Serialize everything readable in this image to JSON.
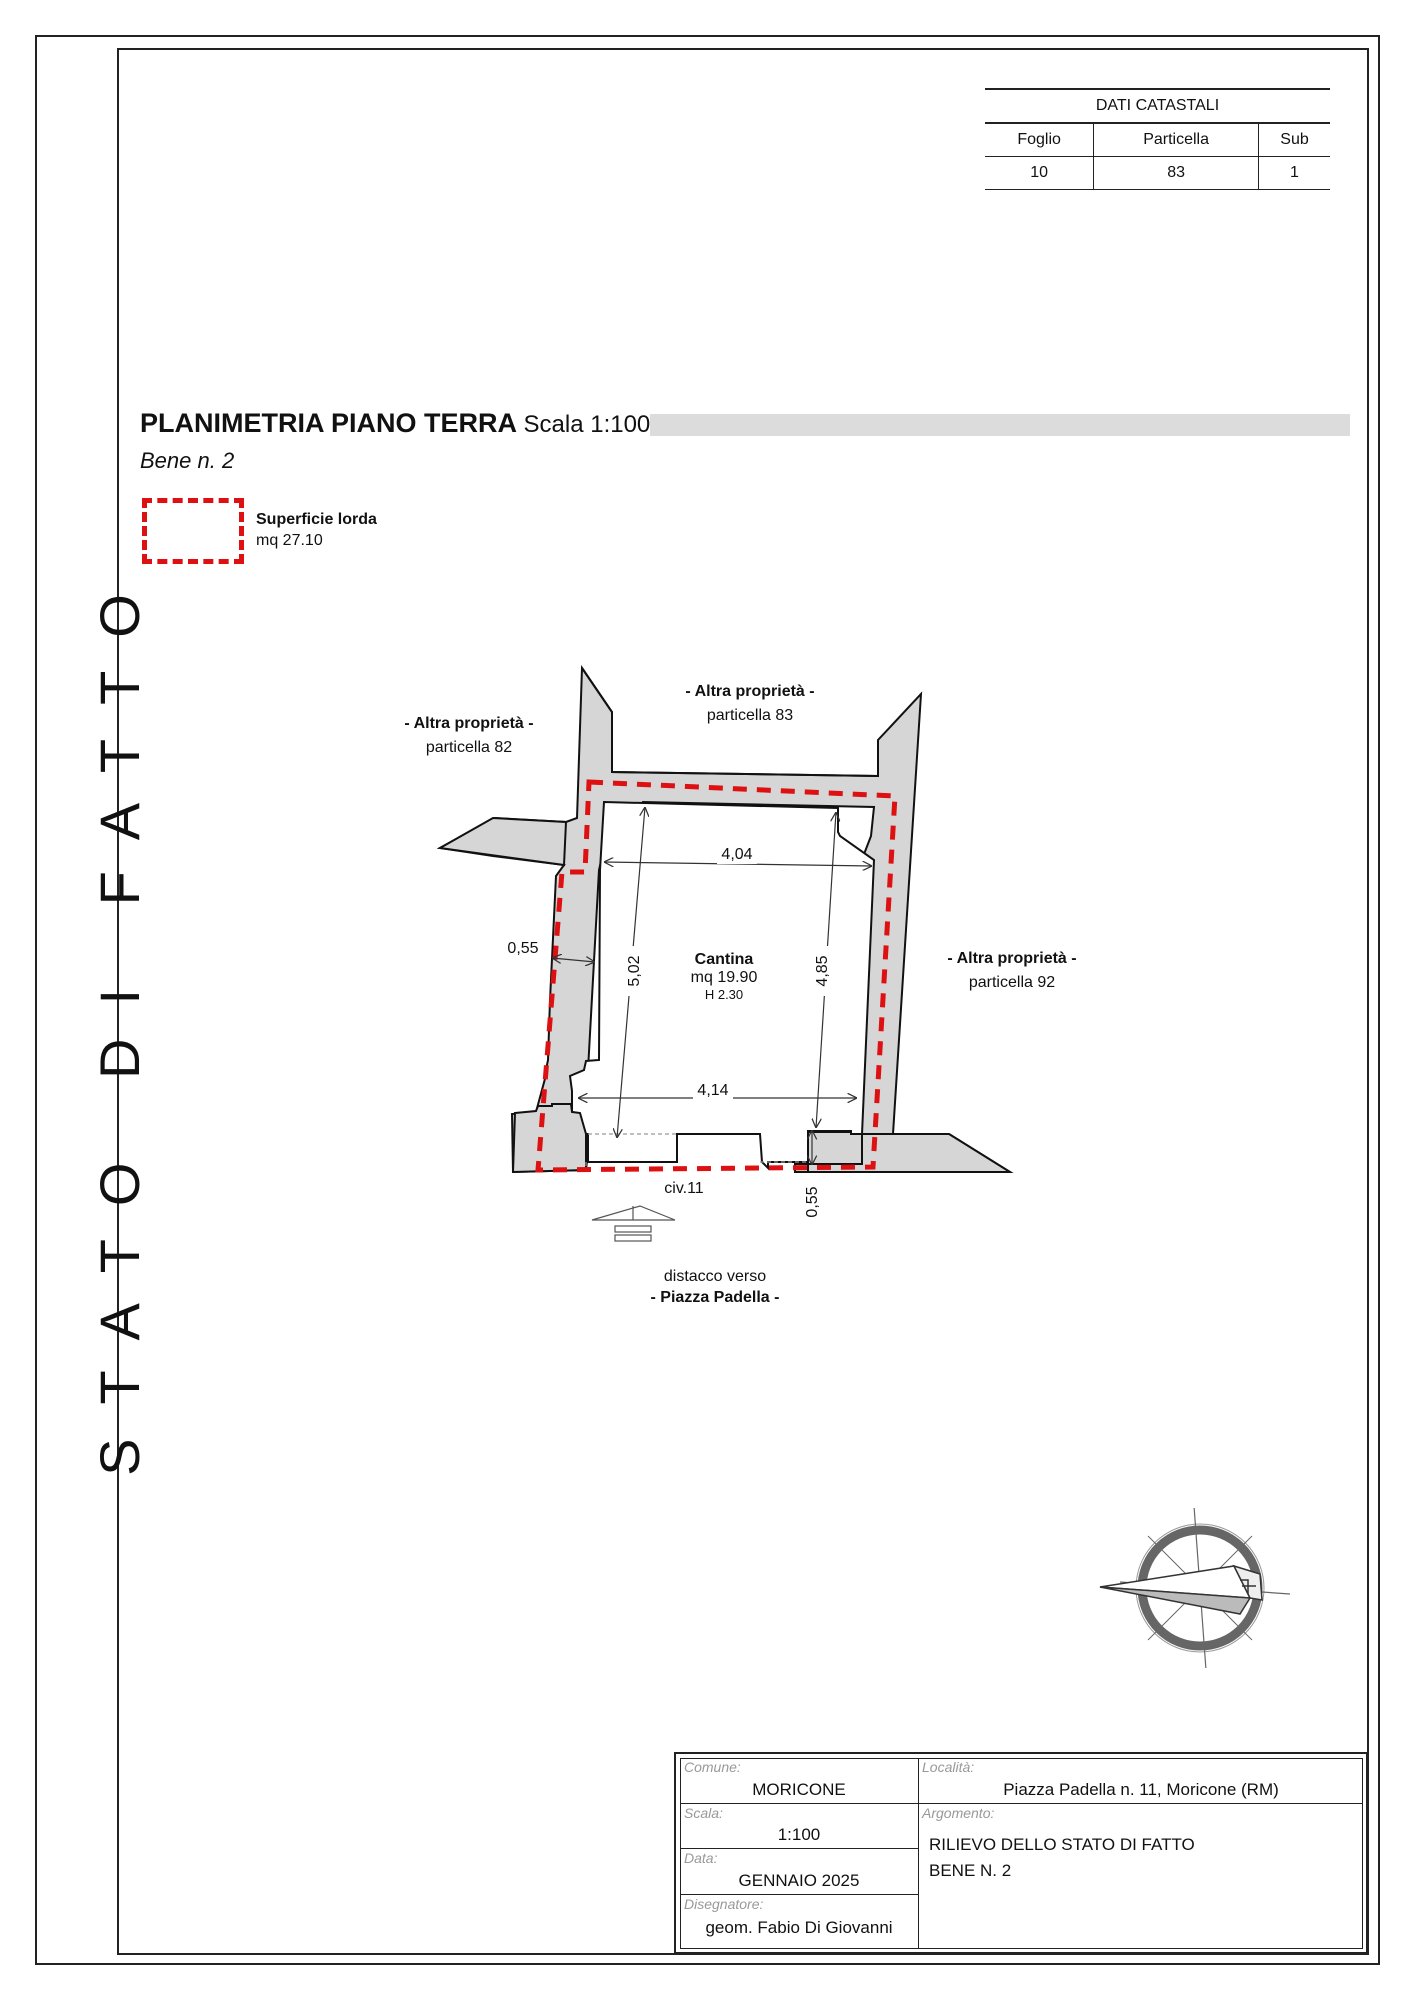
{
  "side_title": "STATO DI FATTO",
  "catasto": {
    "header": "DATI CATASTALI",
    "columns": [
      "Foglio",
      "Particella",
      "Sub"
    ],
    "values": [
      "10",
      "83",
      "1"
    ]
  },
  "plan": {
    "title": "PLANIMETRIA PIANO TERRA",
    "scale_label": "Scala 1:100",
    "subtitle": "Bene n. 2"
  },
  "legend": {
    "label": "Superficie lorda",
    "value": "mq 27.10",
    "color": "#dd1111"
  },
  "neighbors": {
    "n82": {
      "title": "- Altra proprietà -",
      "sub": "particella 82"
    },
    "n83": {
      "title": "- Altra proprietà -",
      "sub": "particella 83"
    },
    "n92": {
      "title": "- Altra proprietà -",
      "sub": "particella 92"
    }
  },
  "room": {
    "name": "Cantina",
    "area": "mq 19.90",
    "height": "H 2.30"
  },
  "dimensions": {
    "top_width": "4,04",
    "bottom_width": "4,14",
    "left_depth": "5,02",
    "right_depth": "4,85",
    "wall_left": "0,55",
    "wall_bottom": "0,55"
  },
  "entrance": {
    "civic": "civ.11",
    "direction_line1": "distacco verso",
    "direction_line2": "- Piazza Padella -"
  },
  "title_block": {
    "comune_caption": "Comune:",
    "comune": "MORICONE",
    "localita_caption": "Località:",
    "localita": "Piazza Padella n. 11, Moricone (RM)",
    "scala_caption": "Scala:",
    "scala": "1:100",
    "argomento_caption": "Argomento:",
    "argomento_line1": "RILIEVO DELLO STATO DI FATTO",
    "argomento_line2": "BENE N. 2",
    "data_caption": "Data:",
    "data": "GENNAIO 2025",
    "disegnatore_caption": "Disegnatore:",
    "disegnatore": "geom. Fabio Di Giovanni"
  }
}
